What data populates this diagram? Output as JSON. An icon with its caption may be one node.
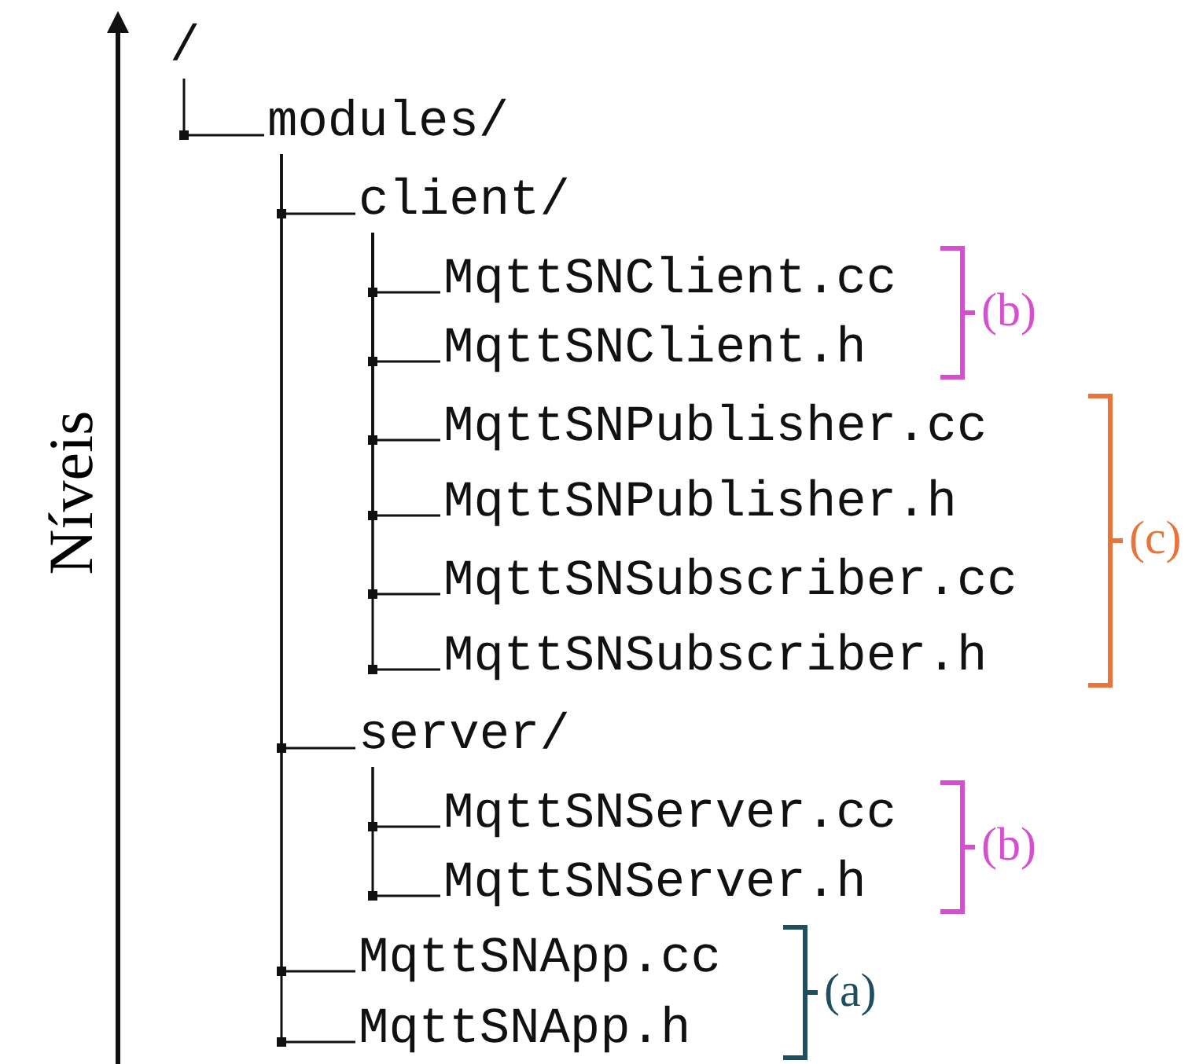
{
  "diagram": {
    "nodes": [
      {
        "text": [
          "/"
        ]
      },
      {
        "text": [
          "modules/"
        ]
      },
      {
        "text": [
          "client/"
        ]
      },
      {
        "text": [
          "MqttSNClient.cc"
        ]
      },
      {
        "text": [
          "MqttSNClient.h"
        ]
      },
      {
        "text": [
          "MqttSNPublisher.cc"
        ]
      },
      {
        "text": [
          "MqttSNPublisher.h"
        ]
      },
      {
        "text": [
          "MqttSNSubscriber.cc"
        ]
      },
      {
        "text": [
          "MqttSNSubscriber.h"
        ]
      },
      {
        "text": [
          "server/"
        ]
      },
      {
        "text": [
          "MqttSNServer.cc"
        ]
      },
      {
        "text": [
          "MqttSNServer.h"
        ]
      },
      {
        "text": [
          "MqttSNApp.cc"
        ]
      },
      {
        "text": [
          "MqttSNApp.h"
        ]
      }
    ],
    "edges": [
      {
        "from": 0,
        "to": 1,
        "arrow": "none"
      },
      {
        "from": 1,
        "to": 2,
        "arrow": "none"
      },
      {
        "from": 2,
        "to": 3,
        "arrow": "none"
      },
      {
        "from": 2,
        "to": 4,
        "arrow": "none"
      },
      {
        "from": 2,
        "to": 5,
        "arrow": "none"
      },
      {
        "from": 2,
        "to": 6,
        "arrow": "none"
      },
      {
        "from": 2,
        "to": 7,
        "arrow": "none"
      },
      {
        "from": 2,
        "to": 8,
        "arrow": "none"
      },
      {
        "from": 1,
        "to": 9,
        "arrow": "none"
      },
      {
        "from": 9,
        "to": 10,
        "arrow": "none"
      },
      {
        "from": 9,
        "to": 11,
        "arrow": "none"
      },
      {
        "from": 1,
        "to": 12,
        "arrow": "none"
      },
      {
        "from": 1,
        "to": 13,
        "arrow": "none"
      }
    ],
    "labels": [
      "Níveis",
      "(b)",
      "(c)",
      "(b)",
      "(a)"
    ]
  }
}
